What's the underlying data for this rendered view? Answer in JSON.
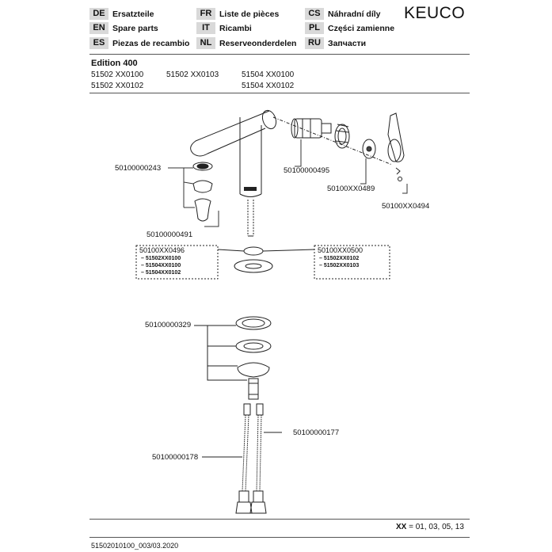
{
  "brand": "KEUCO",
  "languages": [
    {
      "code": "DE",
      "label": "Ersatzteile"
    },
    {
      "code": "EN",
      "label": "Spare parts"
    },
    {
      "code": "ES",
      "label": "Piezas de recambio"
    },
    {
      "code": "FR",
      "label": "Liste de pièces"
    },
    {
      "code": "IT",
      "label": "Ricambi"
    },
    {
      "code": "NL",
      "label": "Reserveonderdelen"
    },
    {
      "code": "CS",
      "label": "Náhradní díly"
    },
    {
      "code": "PL",
      "label": "Części zamienne"
    },
    {
      "code": "RU",
      "label": "Запчасти"
    }
  ],
  "edition": "Edition 400",
  "articles": [
    "51502 XX0100",
    "51502 XX0103",
    "51504 XX0100",
    "51502 XX0102",
    "51504 XX0102"
  ],
  "parts": [
    "50100000243",
    "50100000495",
    "50100XX0489",
    "50100XX0494",
    "50100000491",
    "50100000329",
    "50100000177",
    "50100000178"
  ],
  "box_left": {
    "title": "50100XX0496",
    "lines": [
      "– 51502XX0100",
      "– 51504XX0100",
      "– 51504XX0102"
    ]
  },
  "box_right": {
    "title": "50100XX0500",
    "lines": [
      "– 51502XX0102",
      "– 51502XX0103"
    ]
  },
  "variants_note": "= 01, 03, 05, 13",
  "variants_prefix": "XX",
  "document_number": "51502010100_003/03.2020"
}
